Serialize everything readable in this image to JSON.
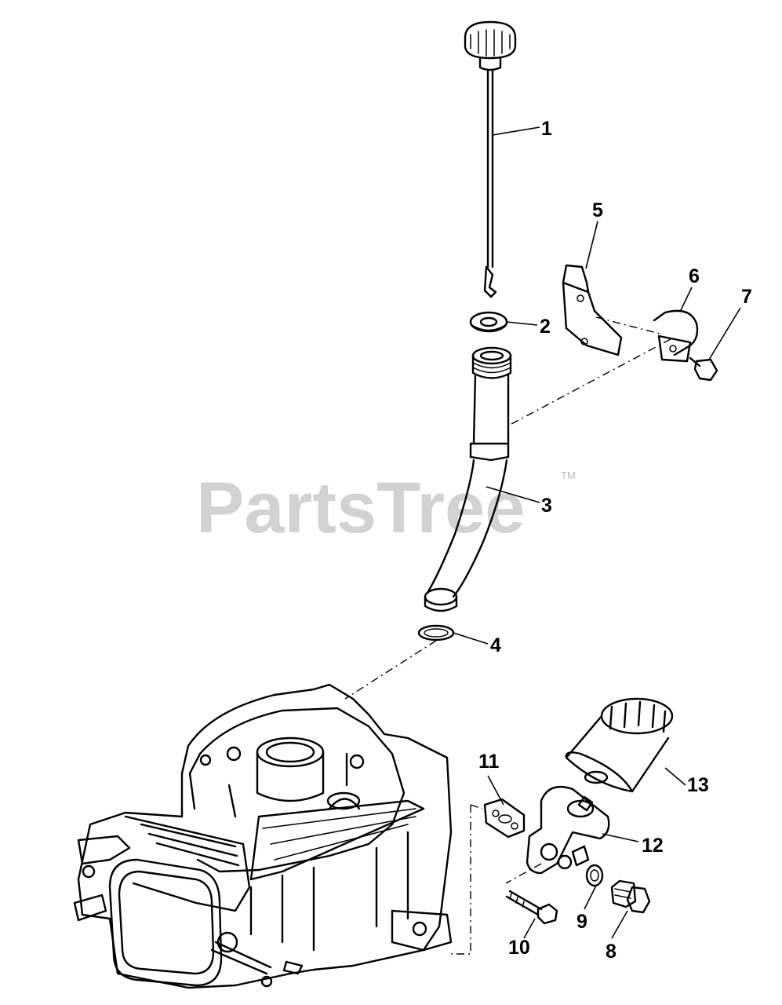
{
  "watermark": {
    "text": "PartsTree",
    "trademark": "TM",
    "color": "#d2d2d2"
  },
  "callouts": [
    {
      "id": "1",
      "label": "1"
    },
    {
      "id": "2",
      "label": "2"
    },
    {
      "id": "3",
      "label": "3"
    },
    {
      "id": "4",
      "label": "4"
    },
    {
      "id": "5",
      "label": "5"
    },
    {
      "id": "6",
      "label": "6"
    },
    {
      "id": "7",
      "label": "7"
    },
    {
      "id": "8",
      "label": "8"
    },
    {
      "id": "9",
      "label": "9"
    },
    {
      "id": "10",
      "label": "10"
    },
    {
      "id": "11",
      "label": "11"
    },
    {
      "id": "12",
      "label": "12"
    },
    {
      "id": "13",
      "label": "13"
    }
  ]
}
